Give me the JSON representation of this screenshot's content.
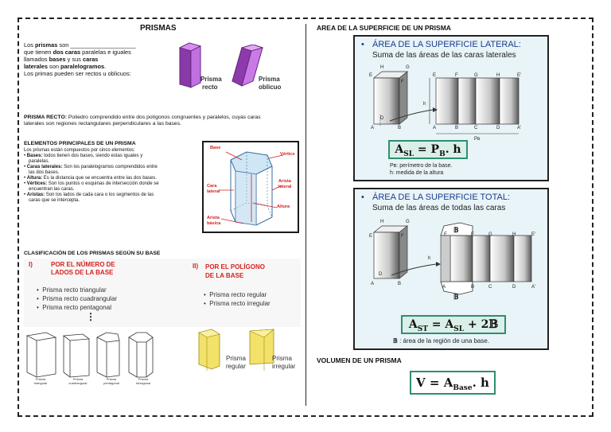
{
  "left": {
    "title": "PRISMAS",
    "intro": {
      "line1a": "Los ",
      "line1b": "prismas",
      "line1c": " son ____________________",
      "line2a": "que tienen ",
      "line2b": "dos caras",
      "line2c": " paralelas e iguales",
      "line3a": "llamados ",
      "line3b": "bases",
      "line3c": " y sus ",
      "line3d": "caras",
      "line4a": "laterales",
      "line4b": " son ",
      "line4c": "paralelogramos",
      "line4d": ".",
      "line5": "Los primas pueden ser rectos u oblicuos:"
    },
    "img_recto_label1": "Prisma",
    "img_recto_label2": "recto",
    "img_oblicuo_label1": "Prisma",
    "img_oblicuo_label2": "oblicuo",
    "prisma_recto_head": "PRISMA RECTO:",
    "prisma_recto_text1": " Poliedro comprendido entre dos polígonos congruentes y paralelos, cuyas caras",
    "prisma_recto_text2": "laterales son regiones rectangulares perpendiculares a las bases.",
    "elementos_title": "ELEMENTOS PRINCIPALES DE UN PRISMA",
    "elementos_intro": "Los prismas están compuestos por cinco elementos:",
    "elementos": [
      {
        "head": "Bases:",
        "text": " todos tienen dos bases, siendo estas iguales y",
        "text2": "paralelas."
      },
      {
        "head": "Caras laterales:",
        "text": " Son los paralelogramos comprendidos entre",
        "text2": "las dos bases."
      },
      {
        "head": "Altura:",
        "text": " Es la distancia que se encuentra entre las dos bases.",
        "text2": ""
      },
      {
        "head": "Vértices:",
        "text": " Son los puntos o esquinas de intersección donde se",
        "text2": "encuentran las caras."
      },
      {
        "head": "Aristas:",
        "text": " Son los lados de cada cara o los segmentos de las",
        "text2": "caras que se intercepta."
      }
    ],
    "diagram_labels": {
      "base": "Base",
      "vertice": "Vértice",
      "cara_lateral1": "Cara",
      "cara_lateral2": "lateral",
      "arista_lateral1": "Arista",
      "arista_lateral2": "lateral",
      "altura": "Altura",
      "arista_basica1": "Arista",
      "arista_basica2": "básica"
    },
    "clasificacion_title": "CLASIFICACIÓN DE LOS PRISMAS SEGÚN SU BASE",
    "cls1_num": "I)",
    "cls1_title1": "POR EL NÚMERO DE",
    "cls1_title2": "LADOS DE LA BASE",
    "cls1_items": [
      "Prisma recto triangular",
      "Prisma recto cuadrangular",
      "Prisma recto pentagonal"
    ],
    "cls1_dots": "⋮",
    "cls2_num": "II)",
    "cls2_title1": "POR EL POLÍGONO",
    "cls2_title2": "DE LA BASE",
    "cls2_items": [
      "Prisma recto regular",
      "Prisma recto irregular"
    ],
    "small_prism_labels": [
      "Prisma triangular",
      "Prisma cuadrangular",
      "Prisma pentagonal",
      "Prisma hexagonal"
    ],
    "regular_label1": "Prisma",
    "regular_label2": "regular",
    "irregular_label1": "Prisma",
    "irregular_label2": "irregular"
  },
  "right": {
    "area_title": "AREA DE LA SUPERFICIE DE UN PRISMA",
    "lateral": {
      "bullet": "•",
      "title": "ÁREA DE LA SUPERFICIE LATERAL:",
      "subtitle": "Suma de las áreas de las caras laterales",
      "formula": "A",
      "formula_sub": "SL",
      "formula_eq": " = P",
      "formula_sub2": "B",
      "formula_tail": ". h",
      "note1": "Pʙ: perímetro de la base.",
      "note2": "h: medida de la altura",
      "pb_label": "Pʙ",
      "h_label": "h",
      "vertex_labels": [
        "H",
        "G",
        "E",
        "F",
        "E",
        "F",
        "G",
        "H",
        "E'",
        "D",
        "A",
        "B",
        "A",
        "B",
        "C",
        "D",
        "A'"
      ]
    },
    "total": {
      "bullet": "•",
      "title": "ÁREA DE LA SUPERFICIE TOTAL:",
      "subtitle": "Suma de las áreas de todas las caras",
      "formula": "A",
      "formula_sub": "ST",
      "formula_eq": " = A",
      "formula_sub2": "SL",
      "formula_tail": " + 2𝔹",
      "note_b": "𝔹",
      "note": " : área de la región de una base.",
      "b_label": "𝔹",
      "h_label": "h",
      "vertex_labels": [
        "H",
        "G",
        "E",
        "F",
        "E",
        "F",
        "G",
        "H",
        "E'",
        "D",
        "A",
        "B",
        "A",
        "B",
        "C",
        "D",
        "A'"
      ]
    },
    "volumen_title": "VOLUMEN DE UN PRISMA",
    "volumen_formula": "V = A",
    "volumen_sub": "Base",
    "volumen_tail": ". h"
  }
}
